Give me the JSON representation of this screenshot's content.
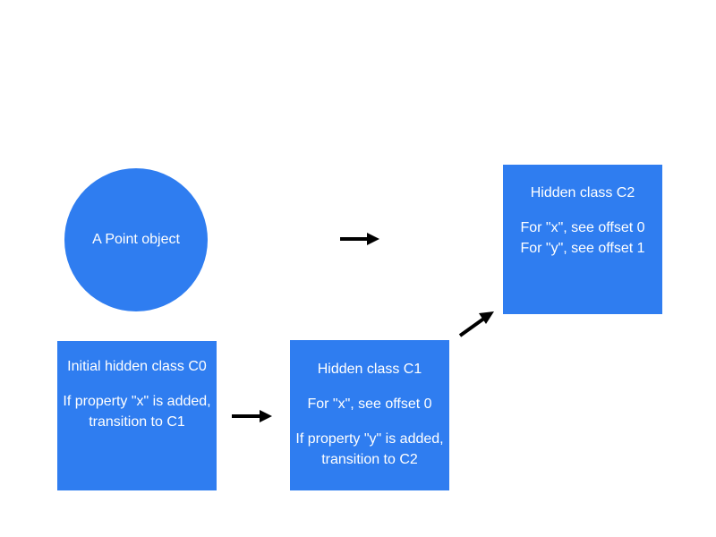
{
  "diagram": {
    "point_object": {
      "label": "A Point object"
    },
    "c0": {
      "title": "Initial hidden class C0",
      "line1": "If property \"x\" is added,",
      "line2": "transition to C1"
    },
    "c1": {
      "title": "Hidden class C1",
      "offset_x": "For \"x\", see offset 0",
      "line1": "If property \"y\" is added,",
      "line2": "transition to C2"
    },
    "c2": {
      "title": "Hidden class C2",
      "offset_x": "For \"x\", see offset 0",
      "offset_y": "For \"y\", see offset 1"
    }
  },
  "colors": {
    "node_fill": "#2f7df0",
    "node_text": "#ffffff",
    "arrow": "#000000"
  }
}
